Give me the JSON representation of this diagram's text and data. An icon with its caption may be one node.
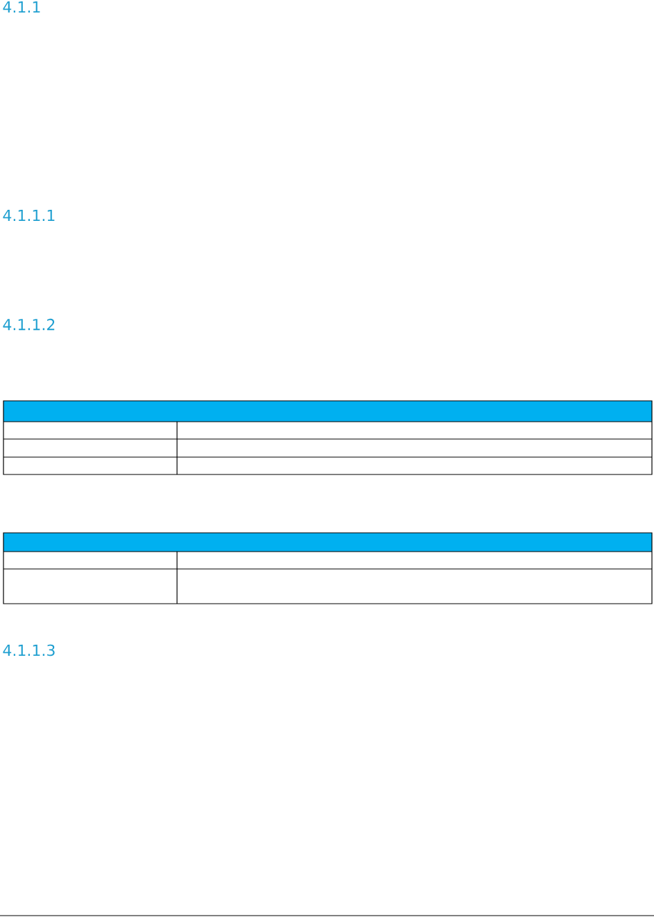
{
  "diagram": {
    "labels": [
      "4.1.1",
      "4.1.1.1",
      "4.1.1.2",
      "4.1.1.3"
    ]
  }
}
